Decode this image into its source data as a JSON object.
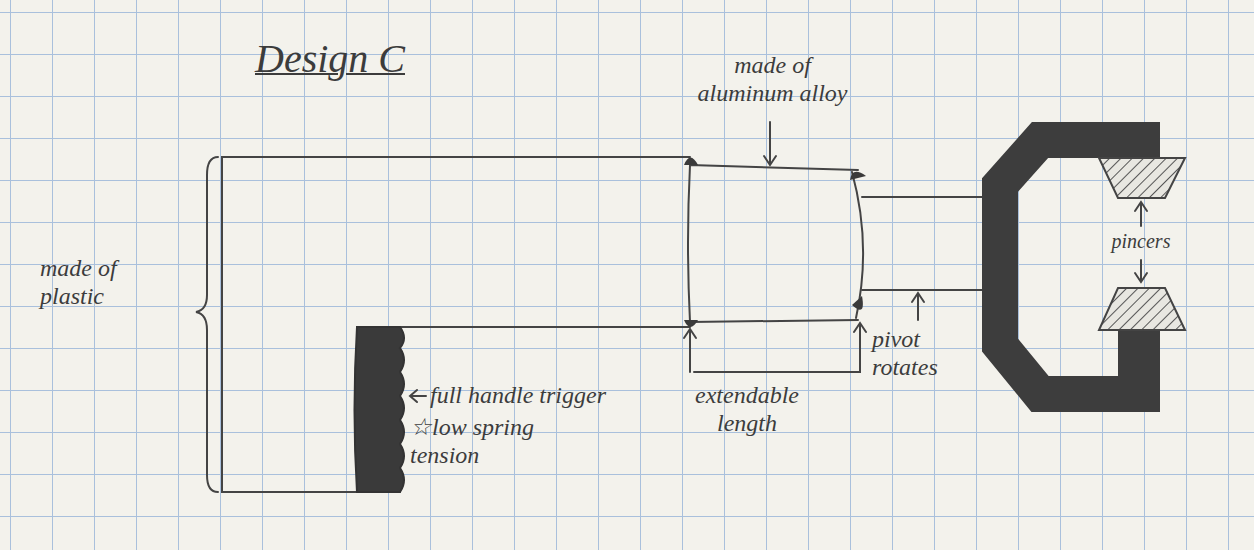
{
  "diagram": {
    "title": "Design C",
    "labels": [
      "made of aluminum alloy",
      "made of plastic",
      "full handle trigger",
      "☆low spring tension",
      "extendable length",
      "pivot rotates",
      "pincers"
    ]
  }
}
